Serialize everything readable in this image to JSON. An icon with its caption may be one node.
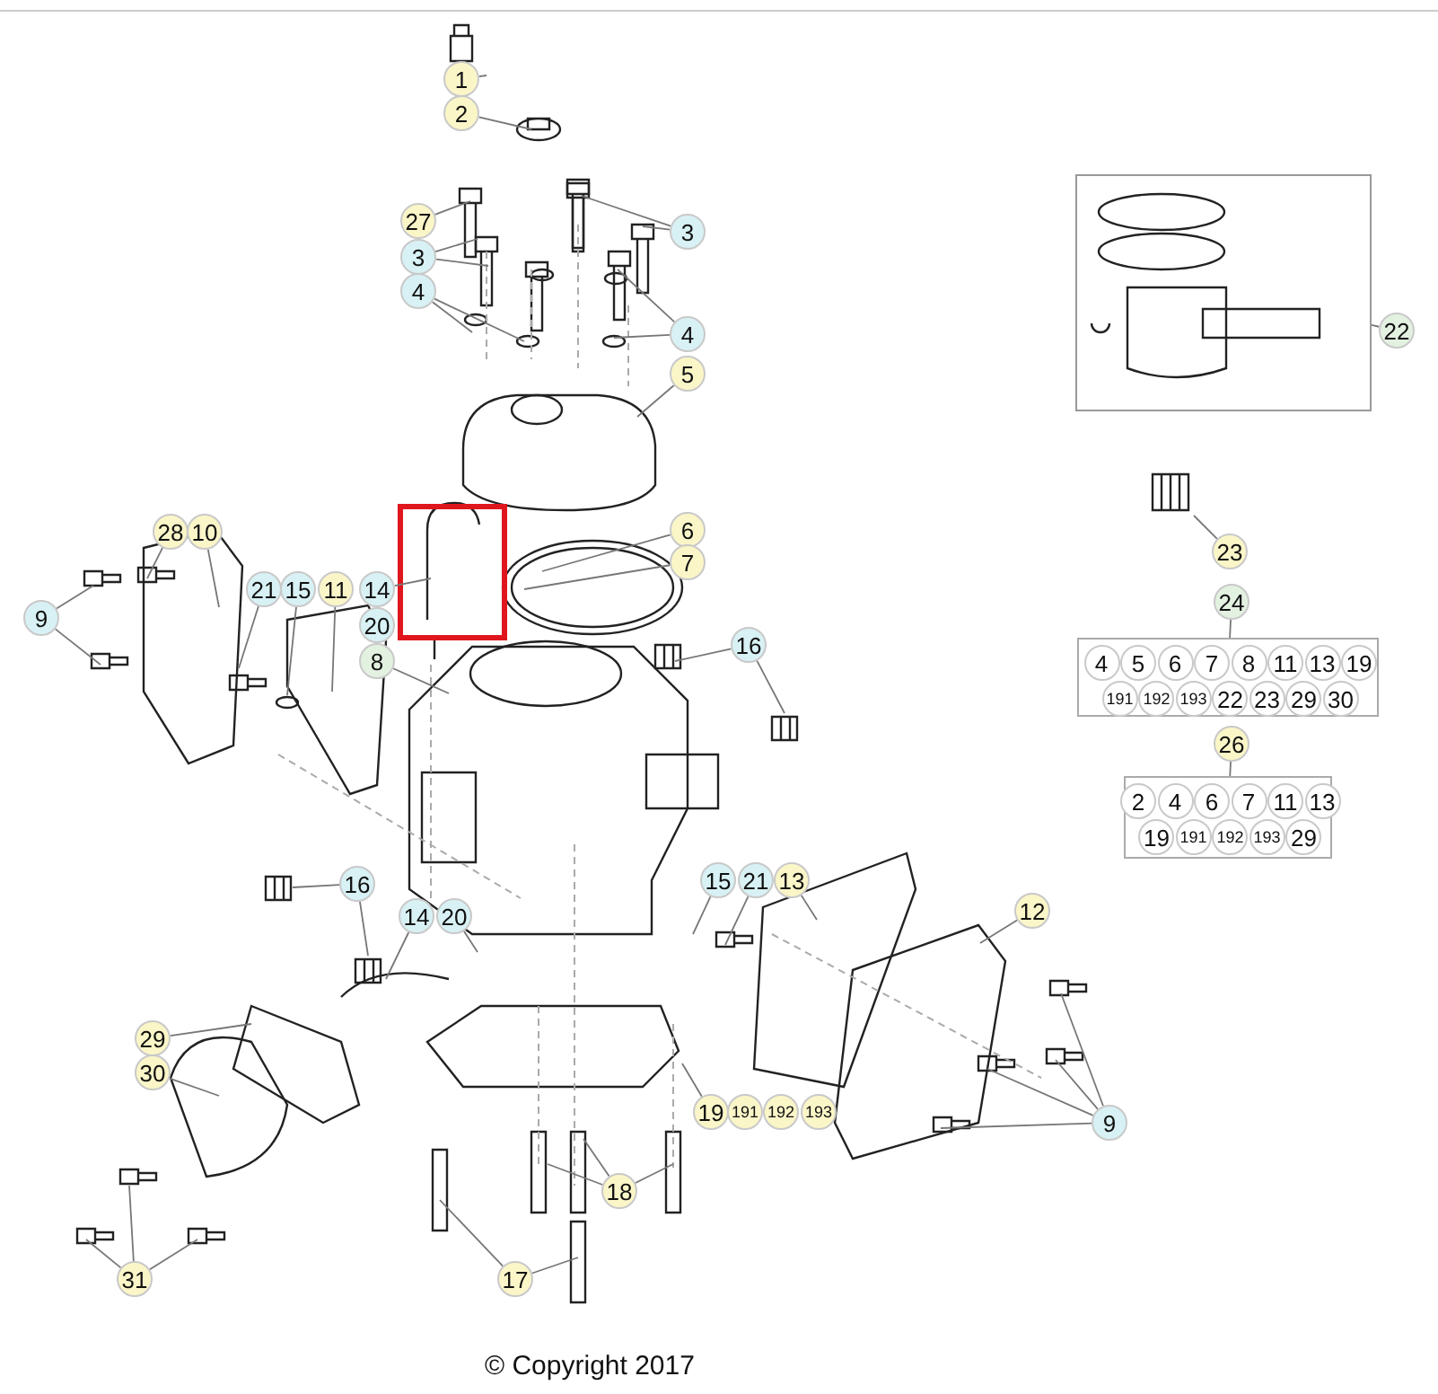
{
  "diagram": {
    "nodes": [
      {
        "text": [
          "1"
        ]
      },
      {
        "text": [
          "2"
        ]
      },
      {
        "text": [
          "27"
        ]
      },
      {
        "text": [
          "3"
        ]
      },
      {
        "text": [
          "3"
        ]
      },
      {
        "text": [
          "4"
        ]
      },
      {
        "text": [
          "4"
        ]
      },
      {
        "text": [],
        "shape": "box"
      },
      {
        "text": [
          "22"
        ]
      },
      {
        "text": [
          "5"
        ]
      },
      {
        "text": [
          "6"
        ]
      },
      {
        "text": [
          "7"
        ]
      },
      {
        "text": [
          "28"
        ]
      },
      {
        "text": [
          "10"
        ]
      },
      {
        "text": [
          "23"
        ]
      },
      {
        "text": [
          "9"
        ]
      },
      {
        "text": [
          "21"
        ]
      },
      {
        "text": [
          "15"
        ]
      },
      {
        "text": [
          "11"
        ]
      },
      {
        "text": [
          "14"
        ]
      },
      {
        "text": [
          "20"
        ]
      },
      {
        "text": [
          "8"
        ]
      },
      {
        "text": [
          "16"
        ]
      },
      {
        "text": [
          "24"
        ]
      },
      {
        "text": [],
        "shape": "box"
      },
      {
        "text": [
          "4"
        ],
        "in": 24
      },
      {
        "text": [
          "5"
        ],
        "in": 24
      },
      {
        "text": [
          "6"
        ],
        "in": 24
      },
      {
        "text": [
          "7"
        ],
        "in": 24
      },
      {
        "text": [
          "8"
        ],
        "in": 24
      },
      {
        "text": [
          "11"
        ],
        "in": 24
      },
      {
        "text": [
          "13"
        ],
        "in": 24
      },
      {
        "text": [
          "19"
        ],
        "in": 24
      },
      {
        "text": [
          "191"
        ],
        "in": 24
      },
      {
        "text": [
          "192"
        ],
        "in": 24
      },
      {
        "text": [
          "193"
        ],
        "in": 24
      },
      {
        "text": [
          "22"
        ],
        "in": 24
      },
      {
        "text": [
          "23"
        ],
        "in": 24
      },
      {
        "text": [
          "29"
        ],
        "in": 24
      },
      {
        "text": [
          "30"
        ],
        "in": 24
      },
      {
        "text": [
          "26"
        ]
      },
      {
        "text": [],
        "shape": "box"
      },
      {
        "text": [
          "2"
        ],
        "in": 41
      },
      {
        "text": [
          "4"
        ],
        "in": 41
      },
      {
        "text": [
          "6"
        ],
        "in": 41
      },
      {
        "text": [
          "7"
        ],
        "in": 41
      },
      {
        "text": [
          "11"
        ],
        "in": 41
      },
      {
        "text": [
          "13"
        ],
        "in": 41
      },
      {
        "text": [
          "19"
        ],
        "in": 41
      },
      {
        "text": [
          "191"
        ],
        "in": 41
      },
      {
        "text": [
          "192"
        ],
        "in": 41
      },
      {
        "text": [
          "193"
        ],
        "in": 41
      },
      {
        "text": [
          "29"
        ],
        "in": 41
      },
      {
        "text": [
          "16"
        ]
      },
      {
        "text": [
          "15"
        ]
      },
      {
        "text": [
          "21"
        ]
      },
      {
        "text": [
          "13"
        ]
      },
      {
        "text": [
          "14"
        ]
      },
      {
        "text": [
          "20"
        ]
      },
      {
        "text": [
          "12"
        ]
      },
      {
        "text": [
          "29"
        ]
      },
      {
        "text": [
          "30"
        ]
      },
      {
        "text": [
          "19"
        ]
      },
      {
        "text": [
          "191"
        ]
      },
      {
        "text": [
          "192"
        ]
      },
      {
        "text": [
          "193"
        ]
      },
      {
        "text": [
          "9"
        ]
      },
      {
        "text": [
          "18"
        ]
      },
      {
        "text": [
          "17"
        ]
      },
      {
        "text": [
          "31"
        ]
      }
    ],
    "edges": [
      {
        "from": 0,
        "to": null,
        "arrow": "none"
      },
      {
        "from": 1,
        "to": null,
        "arrow": "none"
      },
      {
        "from": 2,
        "to": null,
        "arrow": "none"
      },
      {
        "from": 3,
        "to": null,
        "arrow": "none"
      },
      {
        "from": 3,
        "to": null,
        "arrow": "none"
      },
      {
        "from": 4,
        "to": null,
        "arrow": "none"
      },
      {
        "from": 4,
        "to": null,
        "arrow": "none"
      },
      {
        "from": 5,
        "to": null,
        "arrow": "none"
      },
      {
        "from": 5,
        "to": null,
        "arrow": "none"
      },
      {
        "from": 6,
        "to": null,
        "arrow": "none"
      },
      {
        "from": 6,
        "to": null,
        "arrow": "none"
      },
      {
        "from": 8,
        "to": 7,
        "arrow": "none"
      },
      {
        "from": 9,
        "to": null,
        "arrow": "none"
      },
      {
        "from": 10,
        "to": null,
        "arrow": "none"
      },
      {
        "from": 11,
        "to": null,
        "arrow": "none"
      },
      {
        "from": 12,
        "to": null,
        "arrow": "none"
      },
      {
        "from": 13,
        "to": null,
        "arrow": "none"
      },
      {
        "from": 14,
        "to": null,
        "arrow": "none"
      },
      {
        "from": 15,
        "to": null,
        "arrow": "none"
      },
      {
        "from": 15,
        "to": null,
        "arrow": "none"
      },
      {
        "from": 16,
        "to": null,
        "arrow": "none"
      },
      {
        "from": 17,
        "to": null,
        "arrow": "none"
      },
      {
        "from": 18,
        "to": null,
        "arrow": "none"
      },
      {
        "from": 19,
        "to": null,
        "arrow": "none"
      },
      {
        "from": 21,
        "to": null,
        "arrow": "none"
      },
      {
        "from": 22,
        "to": null,
        "arrow": "none"
      },
      {
        "from": 22,
        "to": null,
        "arrow": "none"
      },
      {
        "from": 23,
        "to": 24,
        "arrow": "none"
      },
      {
        "from": 40,
        "to": 41,
        "arrow": "none"
      },
      {
        "from": 53,
        "to": null,
        "arrow": "none"
      },
      {
        "from": 53,
        "to": null,
        "arrow": "none"
      },
      {
        "from": 54,
        "to": null,
        "arrow": "none"
      },
      {
        "from": 55,
        "to": null,
        "arrow": "none"
      },
      {
        "from": 56,
        "to": null,
        "arrow": "none"
      },
      {
        "from": 57,
        "to": null,
        "arrow": "none"
      },
      {
        "from": 58,
        "to": null,
        "arrow": "none"
      },
      {
        "from": 59,
        "to": null,
        "arrow": "none"
      },
      {
        "from": 60,
        "to": null,
        "arrow": "none"
      },
      {
        "from": 61,
        "to": null,
        "arrow": "none"
      },
      {
        "from": 62,
        "to": null,
        "arrow": "none"
      },
      {
        "from": 66,
        "to": null,
        "arrow": "none"
      },
      {
        "from": 66,
        "to": null,
        "arrow": "none"
      },
      {
        "from": 66,
        "to": null,
        "arrow": "none"
      },
      {
        "from": 66,
        "to": null,
        "arrow": "none"
      },
      {
        "from": 67,
        "to": null,
        "arrow": "none"
      },
      {
        "from": 67,
        "to": null,
        "arrow": "none"
      },
      {
        "from": 67,
        "to": null,
        "arrow": "none"
      },
      {
        "from": 68,
        "to": null,
        "arrow": "none"
      },
      {
        "from": 68,
        "to": null,
        "arrow": "none"
      },
      {
        "from": 69,
        "to": null,
        "arrow": "none"
      },
      {
        "from": 69,
        "to": null,
        "arrow": "none"
      },
      {
        "from": 69,
        "to": null,
        "arrow": "none"
      }
    ],
    "labels": [
      "© Copyright 2017"
    ]
  }
}
